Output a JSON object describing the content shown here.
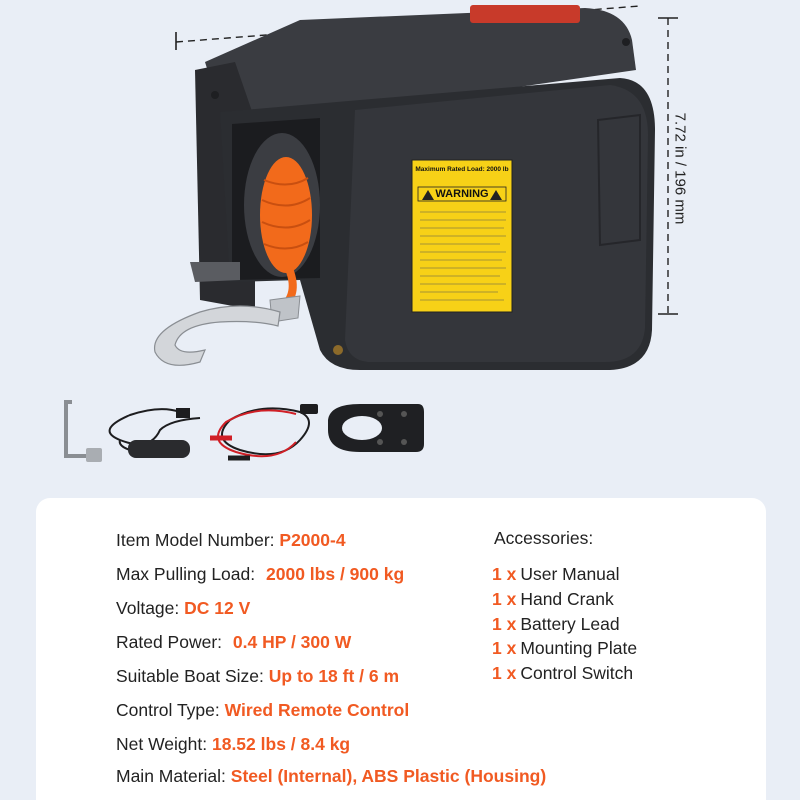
{
  "dimensions": {
    "height_label": "7.72 in / 196 mm"
  },
  "warning_label": {
    "rated_load": "Maximum Rated Load: 2000 lb",
    "heading": "WARNING"
  },
  "specs": [
    {
      "label": "Item Model Number:",
      "value": "P2000-4"
    },
    {
      "label": "Max Pulling Load:",
      "value": "2000 lbs / 900 kg"
    },
    {
      "label": "Voltage:",
      "value": "DC 12 V"
    },
    {
      "label": "Rated Power:",
      "value": "0.4 HP / 300 W"
    },
    {
      "label": "Suitable Boat Size:",
      "value": "Up to 18 ft / 6 m"
    },
    {
      "label": "Control Type:",
      "value": "Wired Remote Control"
    },
    {
      "label": "Net Weight:",
      "value": "18.52 lbs / 8.4 kg"
    },
    {
      "label": "Main Material:",
      "value": "Steel (Internal), ABS Plastic (Housing)"
    }
  ],
  "accessories": {
    "title": "Accessories:",
    "items": [
      {
        "qty": "1 x",
        "name": "User Manual"
      },
      {
        "qty": "1 x",
        "name": "Hand Crank"
      },
      {
        "qty": "1 x",
        "name": "Battery Lead"
      },
      {
        "qty": "1 x",
        "name": "Mounting Plate"
      },
      {
        "qty": "1 x",
        "name": "Control Switch"
      }
    ]
  },
  "colors": {
    "accent": "#f15a22",
    "background": "#e9eef6",
    "housing": "#2b2d31",
    "rope": "#f26a1b",
    "label_yellow": "#f7d117"
  }
}
